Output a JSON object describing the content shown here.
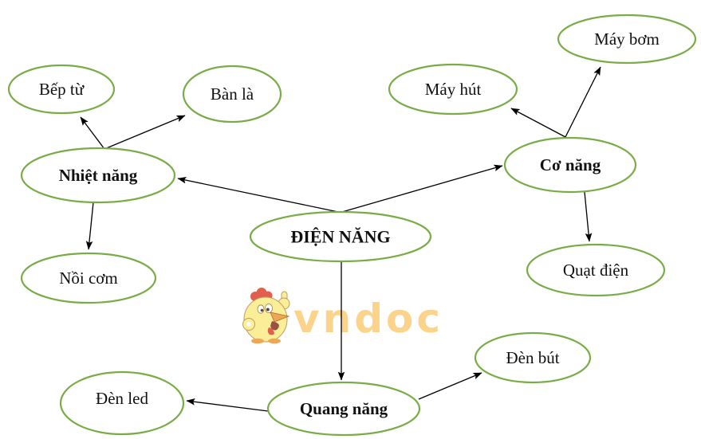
{
  "diagram": {
    "topic": "ĐIỆN NĂNG",
    "type": "mind-map"
  },
  "nodes": {
    "dien_nang": {
      "label": "ĐIỆN NĂNG",
      "role": "root"
    },
    "nhiet_nang": {
      "label": "Nhiệt năng",
      "role": "branch"
    },
    "co_nang": {
      "label": "Cơ năng",
      "role": "branch"
    },
    "quang_nang": {
      "label": "Quang năng",
      "role": "branch"
    },
    "bep_tu": {
      "label": "Bếp từ",
      "role": "leaf"
    },
    "ban_la": {
      "label": "Bàn là",
      "role": "leaf"
    },
    "noi_com": {
      "label": "Nồi cơm",
      "role": "leaf"
    },
    "may_hut": {
      "label": "Máy hút",
      "role": "leaf"
    },
    "may_bom": {
      "label": "Máy bơm",
      "role": "leaf"
    },
    "quat_dien": {
      "label": "Quạt điện",
      "role": "leaf"
    },
    "den_led": {
      "label": "Đèn led",
      "role": "leaf"
    },
    "den_but": {
      "label": "Đèn bút",
      "role": "leaf"
    }
  },
  "edges": [
    {
      "from": "dien_nang",
      "to": "nhiet_nang"
    },
    {
      "from": "dien_nang",
      "to": "co_nang"
    },
    {
      "from": "dien_nang",
      "to": "quang_nang"
    },
    {
      "from": "nhiet_nang",
      "to": "bep_tu"
    },
    {
      "from": "nhiet_nang",
      "to": "ban_la"
    },
    {
      "from": "nhiet_nang",
      "to": "noi_com"
    },
    {
      "from": "co_nang",
      "to": "may_hut"
    },
    {
      "from": "co_nang",
      "to": "may_bom"
    },
    {
      "from": "co_nang",
      "to": "quat_dien"
    },
    {
      "from": "quang_nang",
      "to": "den_led"
    },
    {
      "from": "quang_nang",
      "to": "den_but"
    }
  ],
  "watermark": {
    "brand": "vndoc",
    "mascot": "chicken-thumbs-up"
  },
  "colors": {
    "node_stroke": "#79AC47",
    "node_fill": "#ffffff",
    "arrow": "#000000",
    "text": "#111111",
    "watermark_text": "#FBCE7C",
    "mascot_body": "#FBEC8A",
    "mascot_comb": "#DD4A37",
    "mascot_beak": "#F09A3E"
  }
}
